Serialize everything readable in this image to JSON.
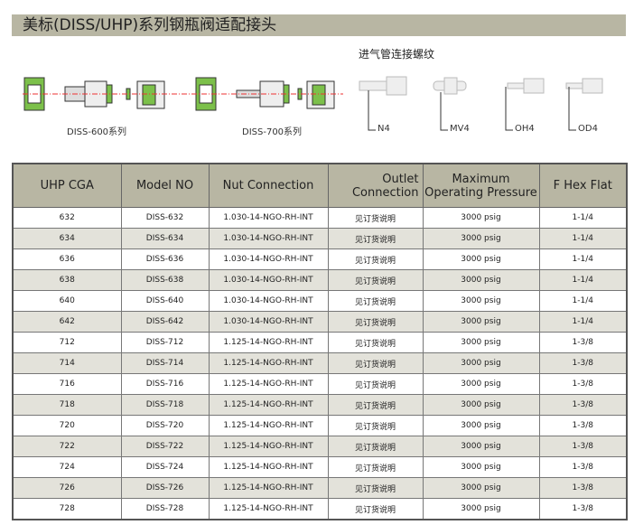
{
  "title": "美标(DISS/UHP)系列钢瓶阀适配接头",
  "diagrams": {
    "diss600": "DISS-600系列",
    "diss700": "DISS-700系列"
  },
  "inlet": {
    "title": "进气管连接螺纹",
    "types": [
      "N4",
      "MV4",
      "OH4",
      "OD4"
    ]
  },
  "table": {
    "headers": [
      "UHP CGA",
      "Model NO",
      "Nut  Connection",
      "Outlet Connection",
      "Maximum Operating Pressure",
      "F Hex Flat"
    ],
    "rows": [
      [
        "632",
        "DISS-632",
        "1.030-14-NGO-RH-INT",
        "见订货说明",
        "3000 psig",
        "1-1/4"
      ],
      [
        "634",
        "DISS-634",
        "1.030-14-NGO-RH-INT",
        "见订货说明",
        "3000 psig",
        "1-1/4"
      ],
      [
        "636",
        "DISS-636",
        "1.030-14-NGO-RH-INT",
        "见订货说明",
        "3000 psig",
        "1-1/4"
      ],
      [
        "638",
        "DISS-638",
        "1.030-14-NGO-RH-INT",
        "见订货说明",
        "3000 psig",
        "1-1/4"
      ],
      [
        "640",
        "DISS-640",
        "1.030-14-NGO-RH-INT",
        "见订货说明",
        "3000 psig",
        "1-1/4"
      ],
      [
        "642",
        "DISS-642",
        "1.030-14-NGO-RH-INT",
        "见订货说明",
        "3000 psig",
        "1-1/4"
      ],
      [
        "712",
        "DISS-712",
        "1.125-14-NGO-RH-INT",
        "见订货说明",
        "3000 psig",
        "1-3/8"
      ],
      [
        "714",
        "DISS-714",
        "1.125-14-NGO-RH-INT",
        "见订货说明",
        "3000 psig",
        "1-3/8"
      ],
      [
        "716",
        "DISS-716",
        "1.125-14-NGO-RH-INT",
        "见订货说明",
        "3000 psig",
        "1-3/8"
      ],
      [
        "718",
        "DISS-718",
        "1.125-14-NGO-RH-INT",
        "见订货说明",
        "3000 psig",
        "1-3/8"
      ],
      [
        "720",
        "DISS-720",
        "1.125-14-NGO-RH-INT",
        "见订货说明",
        "3000 psig",
        "1-3/8"
      ],
      [
        "722",
        "DISS-722",
        "1.125-14-NGO-RH-INT",
        "见订货说明",
        "3000 psig",
        "1-3/8"
      ],
      [
        "724",
        "DISS-724",
        "1.125-14-NGO-RH-INT",
        "见订货说明",
        "3000 psig",
        "1-3/8"
      ],
      [
        "726",
        "DISS-726",
        "1.125-14-NGO-RH-INT",
        "见订货说明",
        "3000 psig",
        "1-3/8"
      ],
      [
        "728",
        "DISS-728",
        "1.125-14-NGO-RH-INT",
        "见订货说明",
        "3000 psig",
        "1-3/8"
      ]
    ]
  }
}
